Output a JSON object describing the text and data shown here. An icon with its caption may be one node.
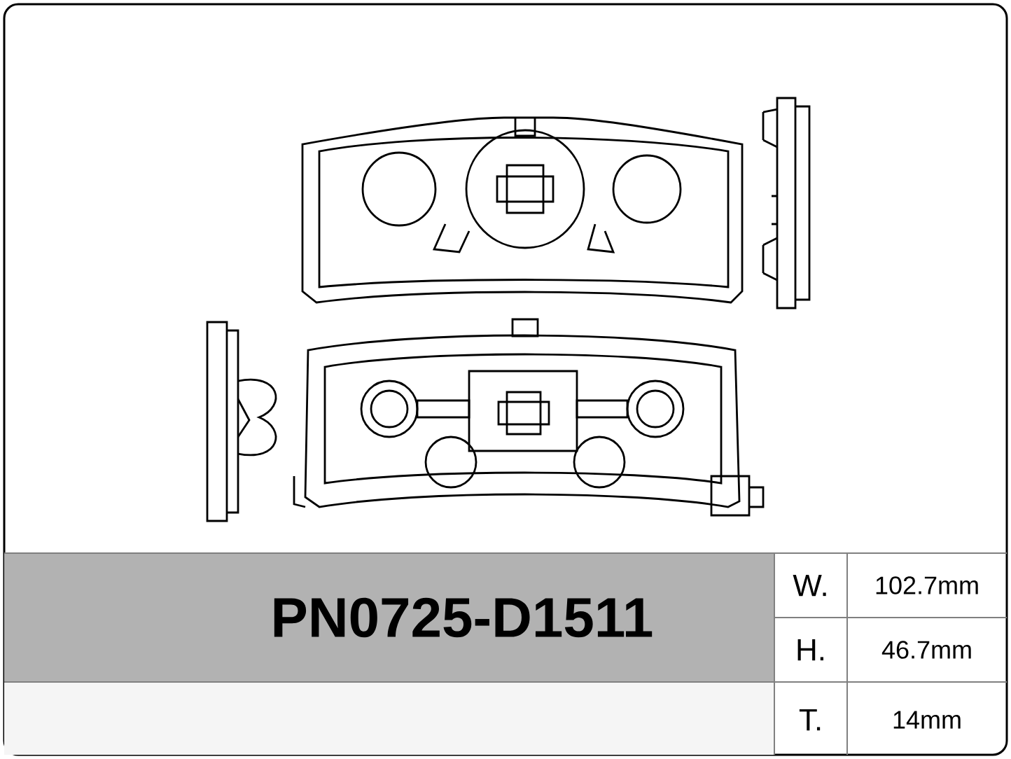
{
  "diagram": {
    "labels": [
      "PN0725-D1511",
      "W.",
      "102.7mm",
      "H.",
      "46.7mm",
      "T.",
      "14mm"
    ]
  }
}
